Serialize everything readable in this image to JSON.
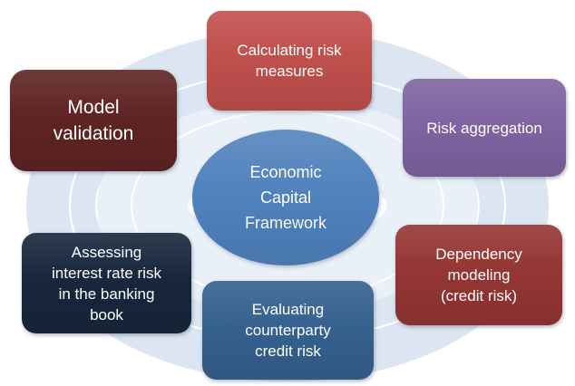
{
  "diagram": {
    "title": "Economic Capital Framework cycle diagram",
    "background_color": "#ffffff",
    "ring": {
      "outer_color": "#dce6f2",
      "inner_pale_color": "#eaf0f8",
      "orbit_line_color": "#ffffff"
    },
    "center": {
      "label": "Economic Capital Framework",
      "lines": [
        "Economic",
        "Capital",
        "Framework"
      ],
      "color": "#4f81bc",
      "text_color": "#ffffff"
    },
    "nodes": [
      {
        "id": "calculating-risk-measures",
        "label": "Calculating risk measures",
        "lines": [
          "Calculating risk",
          "measures"
        ],
        "color": "#c0504d",
        "text_color": "#ffffff",
        "position": "top"
      },
      {
        "id": "risk-aggregation",
        "label": "Risk aggregation",
        "lines": [
          "Risk aggregation"
        ],
        "color": "#8064a2",
        "text_color": "#ffffff",
        "position": "upper-right"
      },
      {
        "id": "dependency-modeling",
        "label": "Dependency modeling (credit risk)",
        "lines": [
          "Dependency",
          "modeling",
          "(credit risk)"
        ],
        "color": "#943634",
        "text_color": "#ffffff",
        "position": "lower-right"
      },
      {
        "id": "evaluating-counterparty-credit-risk",
        "label": "Evaluating counterparty credit risk",
        "lines": [
          "Evaluating",
          "counterparty",
          "credit risk"
        ],
        "color": "#36618f",
        "text_color": "#ffffff",
        "position": "bottom"
      },
      {
        "id": "assessing-irrbb",
        "label": "Assessing interest rate risk in the banking book",
        "lines": [
          "Assessing",
          "interest rate risk",
          "in the banking",
          "book"
        ],
        "color": "#18273d",
        "text_color": "#ffffff",
        "position": "lower-left"
      },
      {
        "id": "model-validation",
        "label": "Model validation",
        "lines": [
          "Model",
          "validation"
        ],
        "color": "#5f2423",
        "text_color": "#ffffff",
        "position": "upper-left"
      }
    ]
  }
}
